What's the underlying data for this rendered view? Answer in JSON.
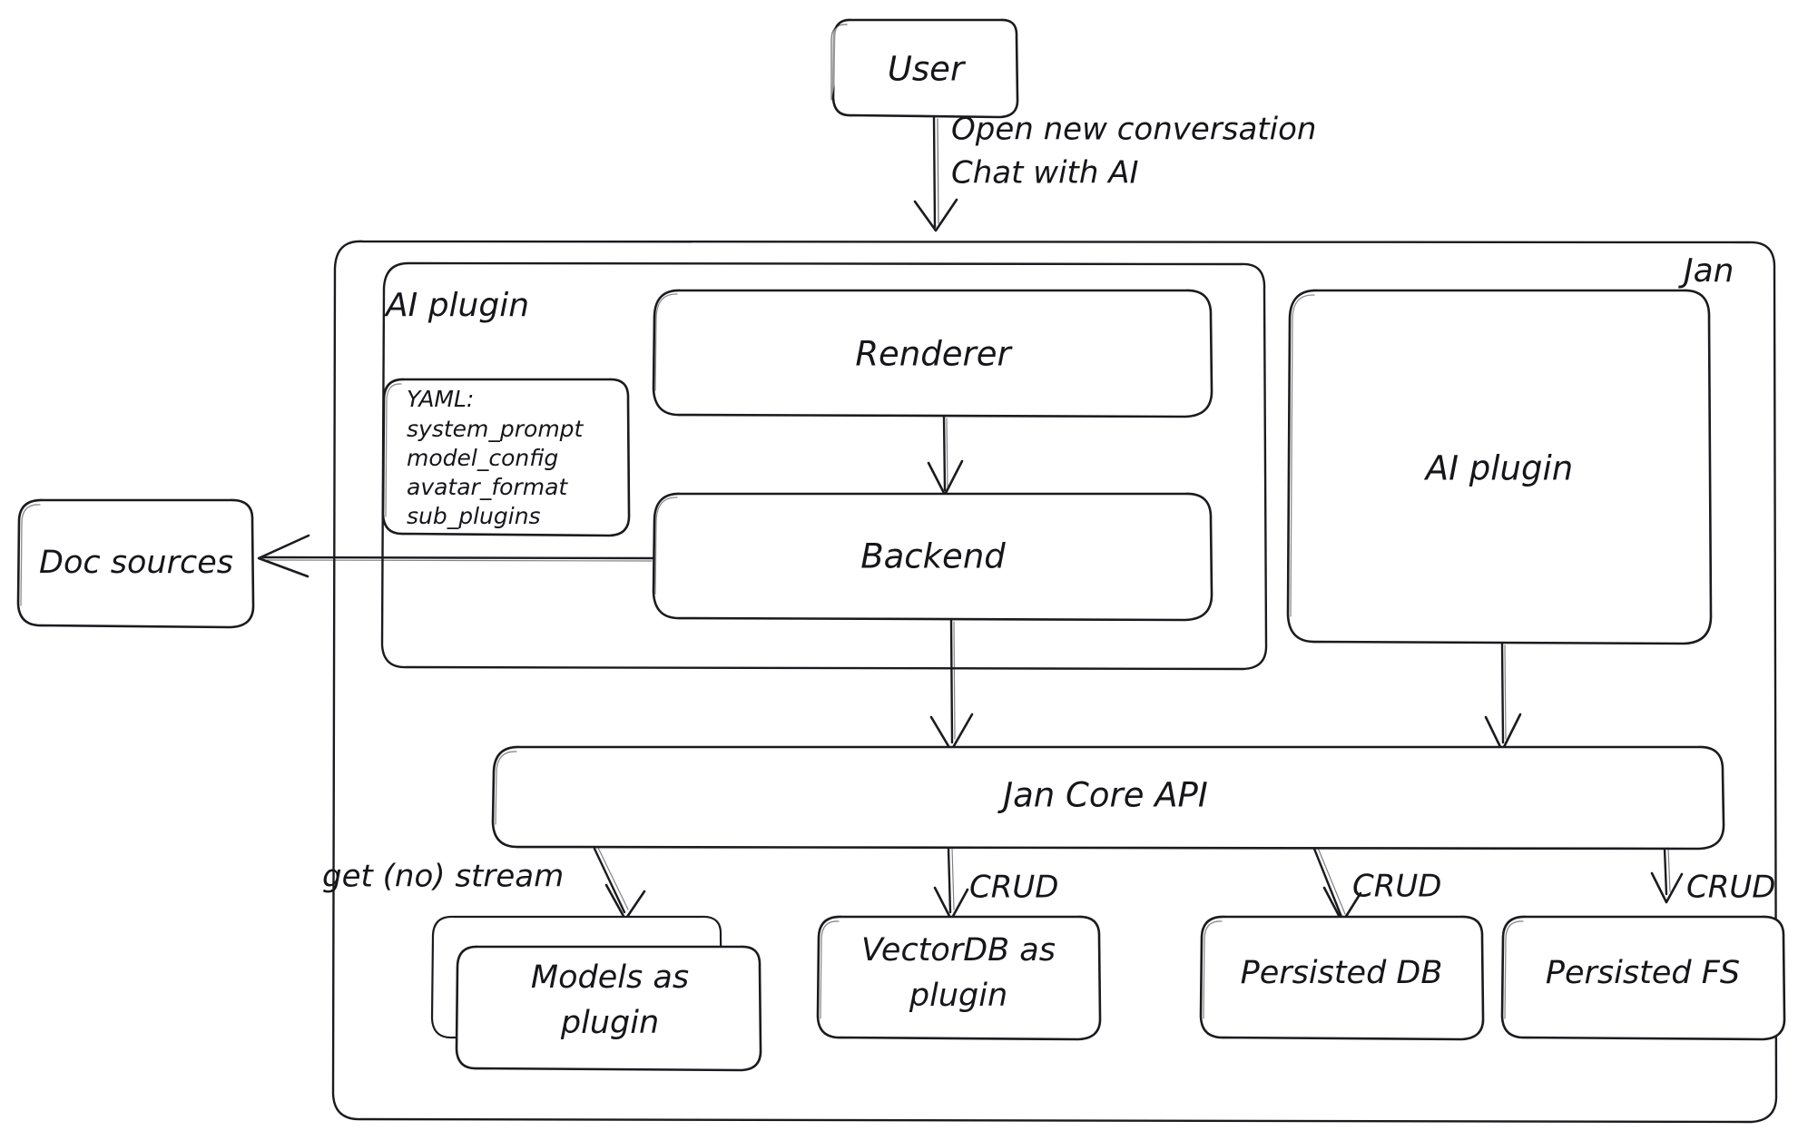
{
  "diagram": {
    "title_label": "Jan",
    "nodes": {
      "user": "User",
      "renderer": "Renderer",
      "backend": "Backend",
      "ai_plugin_group": "AI plugin",
      "ai_plugin_box": "AI plugin",
      "doc_sources": "Doc sources",
      "jan_core_api": "Jan Core API",
      "models_as_plugin": [
        "Models as",
        "plugin"
      ],
      "vectordb_as_plugin": [
        "VectorDB as",
        "plugin"
      ],
      "persisted_db": "Persisted DB",
      "persisted_fs": "Persisted FS"
    },
    "yaml_card": {
      "title": "YAML:",
      "items": [
        "system_prompt",
        "model_config",
        "avatar_format",
        "sub_plugins"
      ]
    },
    "edge_labels": {
      "user_to_renderer_line1": "Open new conversation",
      "user_to_renderer_line2": "Chat with AI",
      "core_to_models": "get (no) stream",
      "core_to_vectordb": "CRUD",
      "core_to_persisted_db": "CRUD",
      "core_to_persisted_fs": "CRUD"
    },
    "colors": {
      "stroke": "#1b1b1f",
      "background": "#ffffff",
      "text": "#16161a"
    }
  }
}
